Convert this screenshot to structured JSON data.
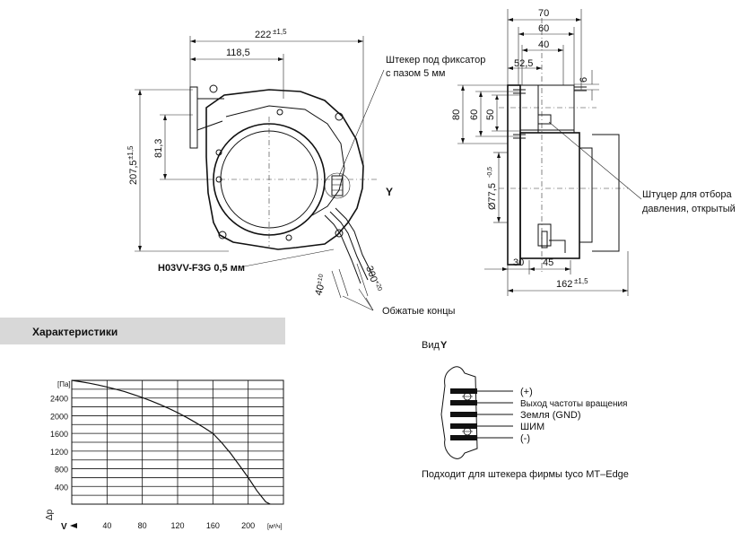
{
  "drawing": {
    "dims_front": {
      "width_total": "222",
      "width_total_tol": "±1,5",
      "width_partial": "118,5",
      "height_total": "207,5",
      "height_total_tol": "±1,5",
      "height_partial": "81,3",
      "lead_40": "40",
      "lead_40_tol": "±10",
      "lead_300": "300",
      "lead_300_tol": "+20"
    },
    "dims_side": {
      "w70": "70",
      "w60": "60",
      "w40": "40",
      "w52_5": "52,5",
      "h6": "6",
      "h80": "80",
      "h60": "60",
      "h50": "50",
      "dia": "Ø77,5",
      "dia_tol": "-0,5",
      "b30": "30",
      "b45": "45",
      "b162": "162",
      "b162_tol": "±1,5"
    },
    "labels": {
      "connector": "Штекер под фиксатор",
      "connector2": "с пазом 5 мм",
      "cable": "H03VV-F3G 0,5 мм",
      "crimped": "Обжатые концы",
      "view_y_marker": "Y",
      "nozzle": "Штуцер для отбора",
      "nozzle2": "давления, открытый"
    }
  },
  "characteristics": {
    "header": "Характеристики"
  },
  "view_y": {
    "title_prefix": "Вид",
    "title_letter": "Y",
    "pins": [
      "(+)",
      "Выход частоты вращения",
      "Земля (GND)",
      "ШИМ",
      "(-)"
    ],
    "note": "Подходит для штекера фирмы tyco MT–Edge"
  },
  "chart_data": {
    "type": "line",
    "x": [
      0,
      10,
      20,
      30,
      40,
      50,
      60,
      70,
      80,
      90,
      100,
      110,
      120,
      130,
      140,
      150,
      160,
      170,
      180,
      190,
      200,
      210,
      220,
      225
    ],
    "series": [
      {
        "values": [
          2800,
          2770,
          2735,
          2695,
          2650,
          2600,
          2545,
          2480,
          2410,
          2335,
          2255,
          2165,
          2070,
          1965,
          1850,
          1730,
          1600,
          1390,
          1150,
          880,
          600,
          300,
          50,
          0
        ]
      }
    ],
    "xlim": [
      0,
      240
    ],
    "ylim": [
      0,
      2800
    ],
    "x_ticks": [
      "40",
      "80",
      "120",
      "160",
      "200"
    ],
    "y_ticks": [
      "2400",
      "2000",
      "1600",
      "1200",
      "800",
      "400"
    ],
    "x_unit": "[м³/ч]",
    "y_unit": "[Па]",
    "x_symbol": "V",
    "y_symbol": "Δp",
    "grid": true
  }
}
